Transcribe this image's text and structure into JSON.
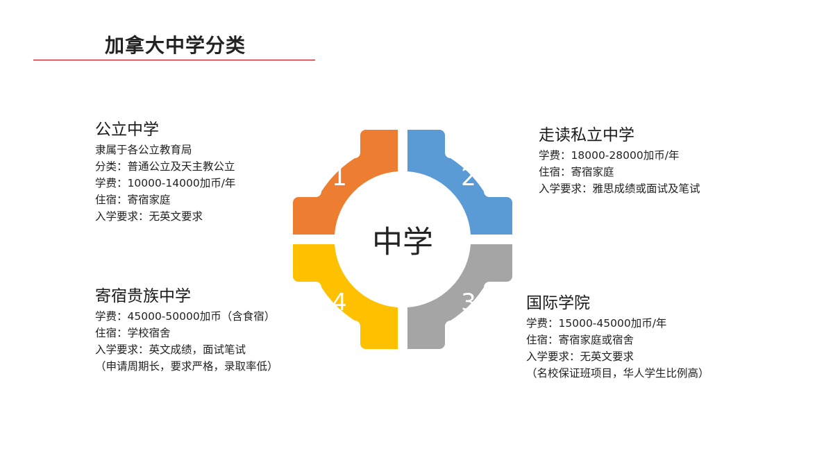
{
  "title": "加拿大中学分类",
  "colors": {
    "title_rule": "#c00000",
    "segment_1": "#ed7d31",
    "segment_2": "#5b9bd5",
    "segment_3": "#a5a5a5",
    "segment_4": "#ffc000"
  },
  "diagram": {
    "center": "中学",
    "segments": [
      {
        "number": "1",
        "color": "#ed7d31"
      },
      {
        "number": "2",
        "color": "#5b9bd5"
      },
      {
        "number": "3",
        "color": "#a5a5a5"
      },
      {
        "number": "4",
        "color": "#ffc000"
      }
    ]
  },
  "blocks": {
    "public": {
      "heading": "公立中学",
      "lines": [
        "隶属于各公立教育局",
        "分类：普通公立及天主教公立",
        "学费：10000-14000加币/年",
        "住宿：寄宿家庭",
        "入学要求：无英文要求"
      ]
    },
    "day_private": {
      "heading": "走读私立中学",
      "lines": [
        "学费：18000-28000加币/年",
        "住宿：寄宿家庭",
        "入学要求：雅思成绩或面试及笔试"
      ]
    },
    "boarding": {
      "heading": "寄宿贵族中学",
      "lines": [
        "学费：45000-50000加币（含食宿）",
        "住宿：学校宿舍",
        "入学要求：英文成绩，面试笔试",
        "（申请周期长，要求严格，录取率低）"
      ]
    },
    "international": {
      "heading": "国际学院",
      "lines": [
        "学费：15000-45000加币/年",
        "住宿：寄宿家庭或宿舍",
        "入学要求：无英文要求",
        "（名校保证班项目，华人学生比例高）"
      ]
    }
  }
}
